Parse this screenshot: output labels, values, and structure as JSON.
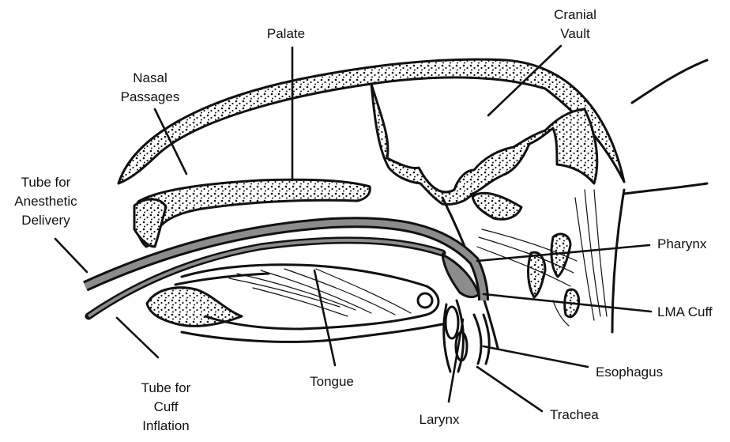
{
  "diagram": {
    "labels": {
      "cranial_vault_1": "Cranial",
      "cranial_vault_2": "Vault",
      "palate": "Palate",
      "nasal_1": "Nasal",
      "nasal_2": "Passages",
      "tube_anesthetic_1": "Tube for",
      "tube_anesthetic_2": "Anesthetic",
      "tube_anesthetic_3": "Delivery",
      "pharynx": "Pharynx",
      "lma_cuff": "LMA Cuff",
      "esophagus": "Esophagus",
      "trachea": "Trachea",
      "larynx": "Larynx",
      "tongue": "Tongue",
      "tube_cuff_1": "Tube for",
      "tube_cuff_2": "Cuff",
      "tube_cuff_3": "Inflation"
    }
  }
}
